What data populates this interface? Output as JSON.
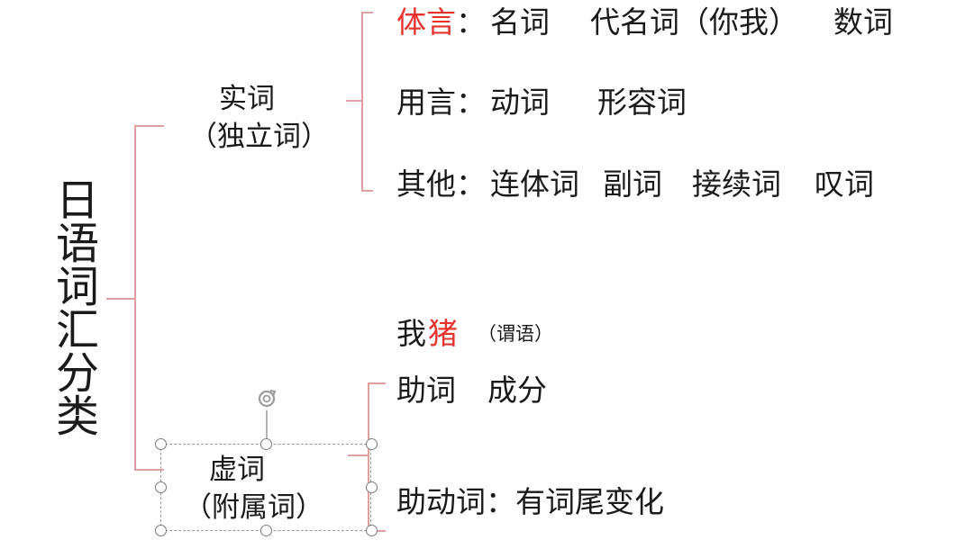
{
  "diagram": {
    "root": "日语词汇分类",
    "content_words": {
      "label_line1": "实词",
      "label_line2": "（独立词）",
      "taigen": {
        "head": "体言",
        "colon": "：",
        "items": [
          "名词",
          "代名词（你我）",
          "数词"
        ]
      },
      "yougen": {
        "head": "用言：",
        "items": [
          "动词",
          "形容词"
        ]
      },
      "other": {
        "head": "其他：",
        "items": [
          "连体词",
          "副词",
          "接续词",
          "叹词"
        ]
      }
    },
    "example": {
      "wo": "我",
      "zhu": "猪",
      "note": "（谓语）"
    },
    "function_words": {
      "label_line1": "虚词",
      "label_line2": "（附属词）",
      "particles": {
        "head": "助词",
        "desc": "成分"
      },
      "aux_verbs": "助动词：有词尾变化"
    },
    "colors": {
      "accent_red": "#e5322d",
      "bracket": "#e0a0a0",
      "text": "#1a1a1a"
    }
  }
}
